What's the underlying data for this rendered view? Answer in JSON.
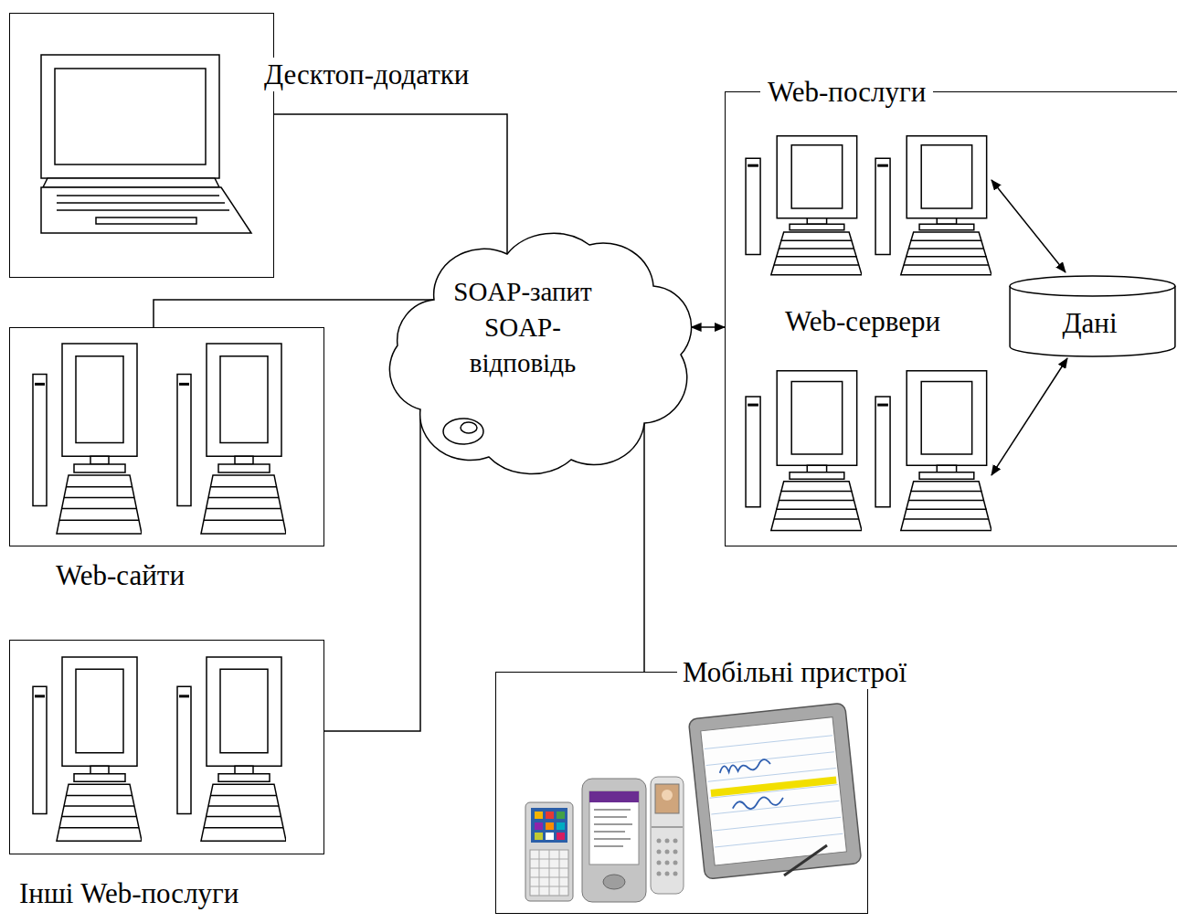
{
  "diagram": {
    "nodes": [
      {
        "text": [
          "Десктоп-додатки"
        ]
      },
      {
        "text": [
          "Web-послуги"
        ]
      },
      {
        "text": [
          "Дані"
        ],
        "in": 1
      },
      {
        "text": [
          "SOAP-запит",
          "SOAP-відповідь"
        ]
      },
      {
        "text": [
          "Web-сайти"
        ]
      },
      {
        "text": [
          "Інші Web-послуги"
        ]
      },
      {
        "text": [
          "Мобільні пристрої"
        ]
      }
    ],
    "edges": [
      {
        "from": 0,
        "to": 3,
        "arrow": "none"
      },
      {
        "from": 4,
        "to": 3,
        "arrow": "none"
      },
      {
        "from": 5,
        "to": 3,
        "arrow": "none"
      },
      {
        "from": 6,
        "to": 3,
        "arrow": "none"
      },
      {
        "from": 3,
        "to": 1,
        "arrow": "both"
      }
    ],
    "labels": [
      "Web-сервери"
    ]
  }
}
